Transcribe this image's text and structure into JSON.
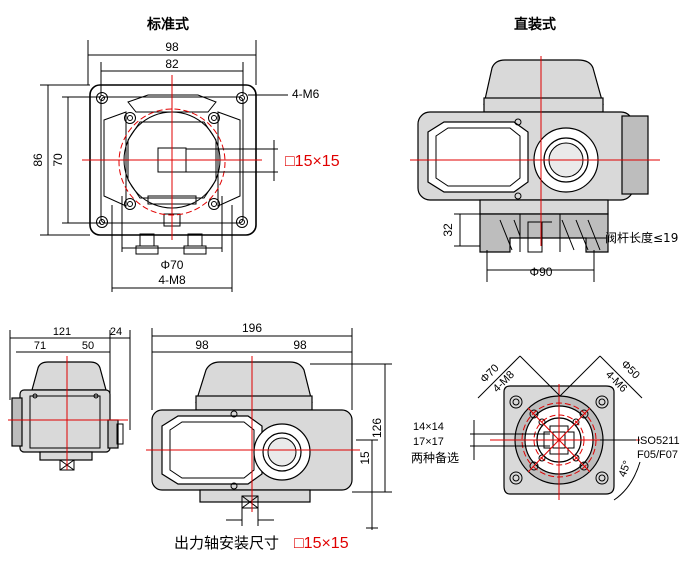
{
  "titles": {
    "standard": "标准式",
    "direct": "直装式"
  },
  "top_left": {
    "width_outer": "98",
    "width_inner": "82",
    "height_outer": "86",
    "height_inner": "70",
    "holes": "4-M6",
    "bore": "Φ70",
    "bottom_holes": "4-M8",
    "square": "□15×15"
  },
  "top_right": {
    "height": "32",
    "bore": "Φ90",
    "stem_length": "阀杆长度≤19"
  },
  "bottom_left": {
    "total": "121",
    "right": "24",
    "left": "71",
    "mid": "50"
  },
  "bottom_mid": {
    "total": "196",
    "half_left": "98",
    "half_right": "98",
    "height": "126",
    "shaft": "15",
    "caption": "出力轴安装尺寸",
    "caption_square": "□15×15"
  },
  "bottom_right": {
    "phi70": "Φ70",
    "m8": "4-M8",
    "phi50": "Φ50",
    "m6": "4-M6",
    "opt1": "14×14",
    "opt2": "17×17",
    "opt_note": "两种备选",
    "iso": "ISO5211",
    "flange": "F05/F07",
    "angle": "45°"
  }
}
